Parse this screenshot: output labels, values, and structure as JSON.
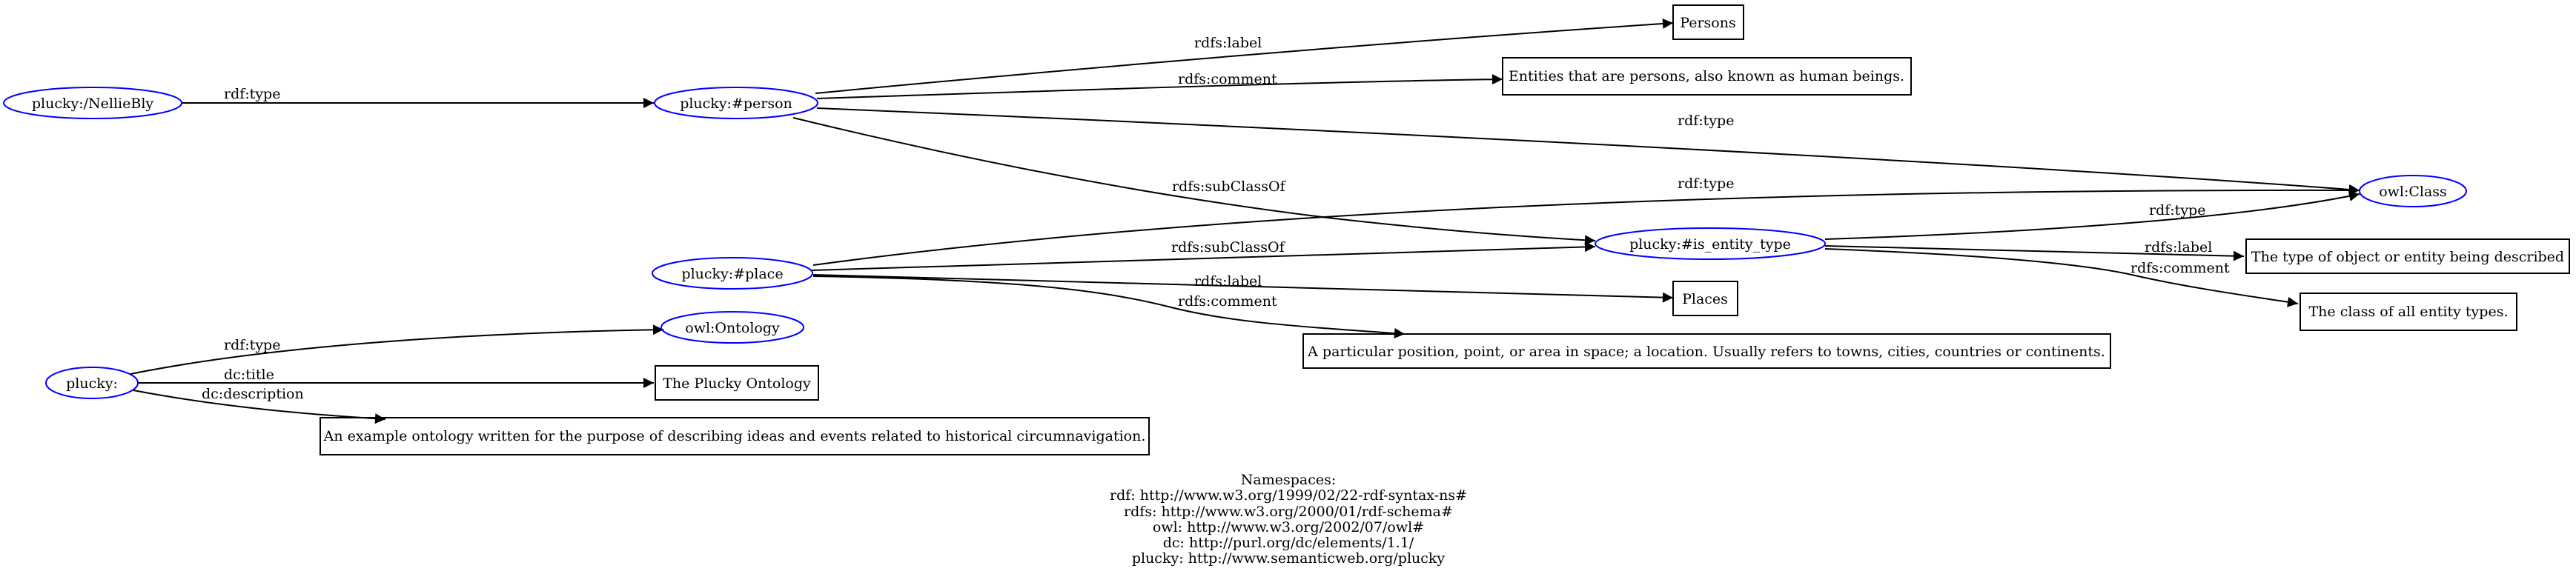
{
  "colors": {
    "resource_stroke": "#0000ff",
    "literal_stroke": "#000000",
    "edge": "#000000",
    "background": "#ffffff"
  },
  "nodes": {
    "nellie": "plucky:/NellieBly",
    "person": "plucky:#person",
    "owl_class": "owl:Class",
    "place": "plucky:#place",
    "entity_type": "plucky:#is_entity_type",
    "owl_ontology": "owl:Ontology",
    "plucky": "plucky:",
    "persons_lit": "Persons",
    "persons_comment_lit": "Entities that are persons, also known as human beings.",
    "places_lit": "Places",
    "place_comment_lit": "A particular position, point, or area in space; a location. Usually refers to towns, cities, countries or continents.",
    "entity_label_lit": "The type of object or entity being described",
    "entity_comment_lit": "The class of all entity types.",
    "title_lit": "The Plucky Ontology",
    "description_lit": "An example ontology written for the purpose of describing ideas and events related to historical circumnavigation."
  },
  "edges": {
    "nellie_type": "rdf:type",
    "person_label": "rdfs:label",
    "person_comment": "rdfs:comment",
    "person_type": "rdf:type",
    "person_subclass": "rdfs:subClassOf",
    "place_type": "rdf:type",
    "place_subclass": "rdfs:subClassOf",
    "place_label": "rdfs:label",
    "place_comment": "rdfs:comment",
    "entity_type_type": "rdf:type",
    "entity_type_label": "rdfs:label",
    "entity_type_comment": "rdfs:comment",
    "plucky_type": "rdf:type",
    "plucky_title": "dc:title",
    "plucky_description": "dc:description"
  },
  "namespaces": {
    "heading": "Namespaces:",
    "lines": [
      "rdf: http://www.w3.org/1999/02/22-rdf-syntax-ns#",
      "rdfs: http://www.w3.org/2000/01/rdf-schema#",
      "owl: http://www.w3.org/2002/07/owl#",
      "dc: http://purl.org/dc/elements/1.1/",
      "plucky: http://www.semanticweb.org/plucky"
    ]
  }
}
